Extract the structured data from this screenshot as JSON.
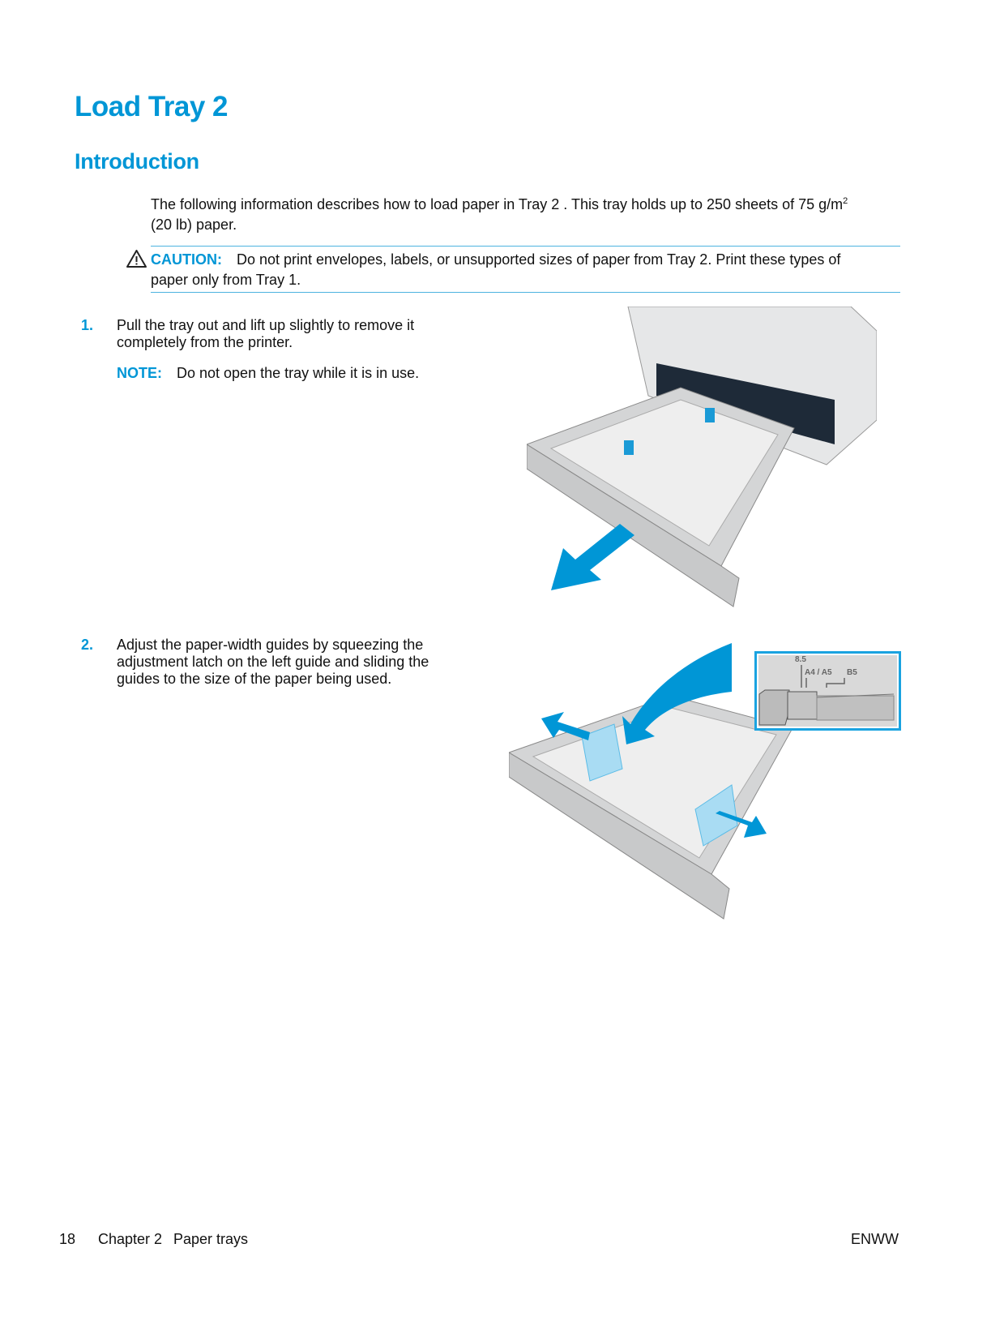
{
  "title": "Load Tray 2",
  "section": "Introduction",
  "intro": {
    "text": "The following information describes how to load paper in Tray 2 . This tray holds up to 250 sheets of 75 g/m",
    "sup": "2",
    "text2": "(20 lb) paper."
  },
  "caution": {
    "label": "CAUTION:",
    "text": "Do not print envelopes, labels, or unsupported sizes of paper from Tray 2. Print these types of paper only from Tray 1."
  },
  "steps": [
    {
      "num": "1.",
      "text": "Pull the tray out and lift up slightly to remove it completely from the printer.",
      "note_label": "NOTE:",
      "note": "Do not open the tray while it is in use."
    },
    {
      "num": "2.",
      "text": "Adjust the paper-width guides by squeezing the adjustment latch on the left guide and sliding the guides to the size of the paper being used."
    }
  ],
  "inset_labels": {
    "a": "8.5",
    "b": "A4 / A5",
    "c": "B5"
  },
  "footer": {
    "page": "18",
    "chapter": "Chapter 2",
    "chapter_title": "Paper trays",
    "right": "ENWW"
  },
  "colors": {
    "accent": "#0096d6"
  }
}
